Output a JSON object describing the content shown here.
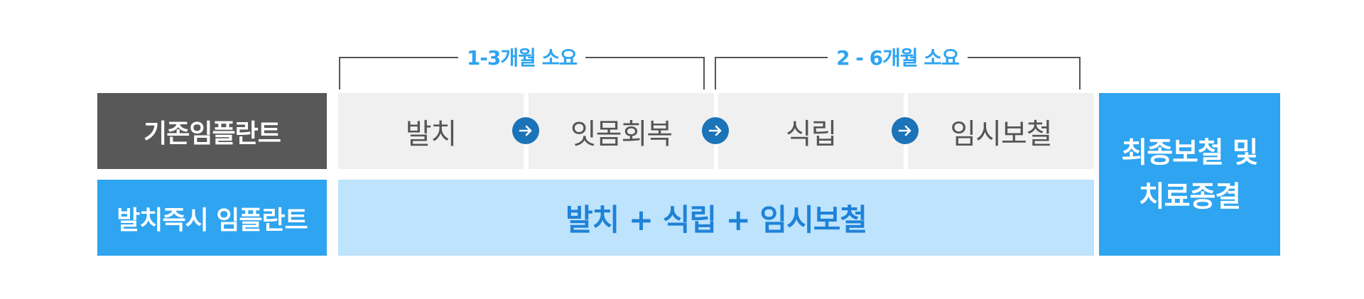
{
  "durations": {
    "first": "1-3개월 소요",
    "second": "2 - 6개월 소요"
  },
  "rows": {
    "conventional": {
      "label": "기존임플란트",
      "steps": [
        "발치",
        "잇몸회복",
        "식립",
        "임시보철"
      ]
    },
    "immediate": {
      "label": "발치즉시 임플란트",
      "combined": "발치 + 식립 + 임시보철"
    }
  },
  "final": {
    "line1": "최종보철 및",
    "line2": "치료종결"
  },
  "icons": {
    "step_arrow": "arrow-right-circle-icon"
  },
  "colors": {
    "dark_label": "#585858",
    "accent_blue": "#2fa4f0",
    "light_blue": "#bde3fd",
    "step_gray": "#f0f0f0",
    "arrow_navy": "#1b73b8"
  }
}
